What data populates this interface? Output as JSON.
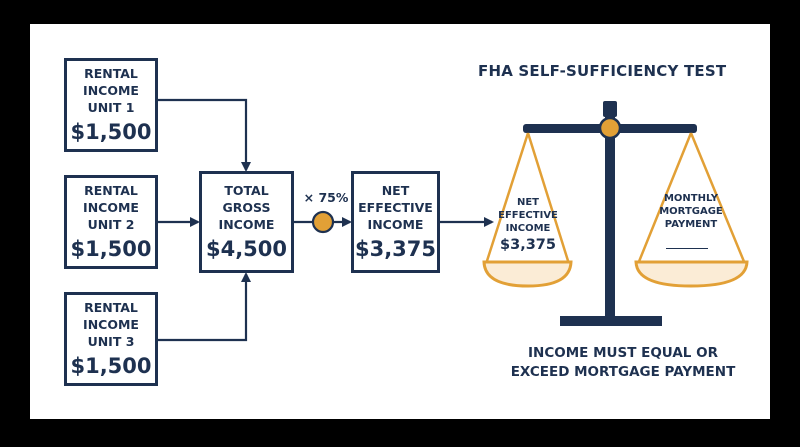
{
  "title": "FHA SELF-SUFFICIENCY TEST",
  "units": [
    {
      "label": "RENTAL\nINCOME\nUNIT 1",
      "amount": "$1,500"
    },
    {
      "label": "RENTAL\nINCOME\nUNIT 2",
      "amount": "$1,500"
    },
    {
      "label": "RENTAL\nINCOME\nUNIT 3",
      "amount": "$1,500"
    }
  ],
  "total": {
    "label": "TOTAL\nGROSS\nINCOME",
    "amount": "$4,500"
  },
  "multiplier": "× 75%",
  "net": {
    "label": "NET\nEFFECTIVE\nINCOME",
    "amount": "$3,375"
  },
  "scale": {
    "left_label": "NET\nEFFECTIVE\nINCOME",
    "left_amount": "$3,375",
    "right_label": "MONTHLY\nMORTGAGE\nPAYMENT"
  },
  "footer": "INCOME MUST EQUAL OR\nEXCEED MORTGAGE PAYMENT",
  "colors": {
    "navy": "#1e3150",
    "gold": "#e2a036",
    "pan_fill": "#fbecd6"
  }
}
